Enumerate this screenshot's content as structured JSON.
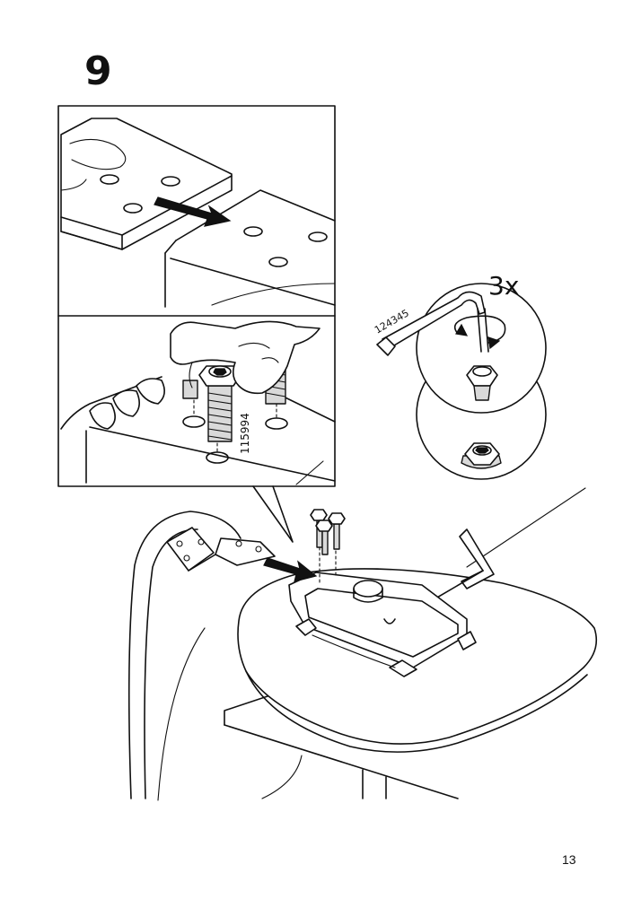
{
  "step": {
    "number": "9"
  },
  "part_numbers": {
    "allen_key": "124345",
    "bolt": "115994"
  },
  "quantity_label": "3x",
  "page_number": "13"
}
